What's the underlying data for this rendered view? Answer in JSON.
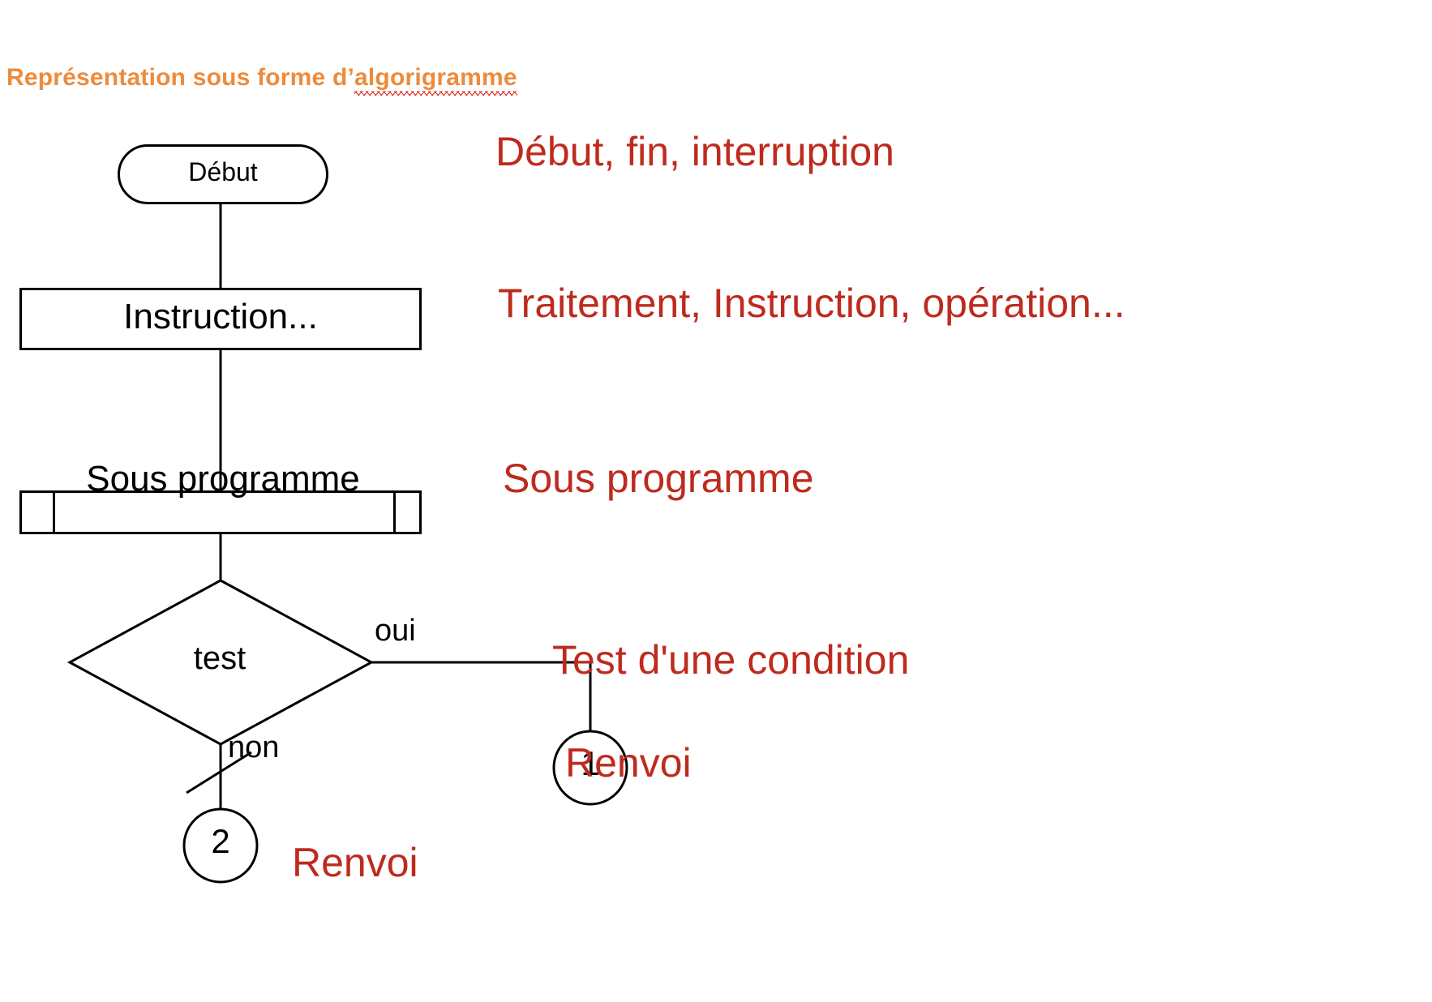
{
  "title": {
    "prefix": "Représentation sous forme d’",
    "underlined_word": "algorigramme",
    "color": "#ED8B3C",
    "spellcheck_underline_color": "#E02B20"
  },
  "colors": {
    "legend_red": "#BE2B1E",
    "shape_outline": "#000000",
    "canvas": "#FFFFFF"
  },
  "flowchart": {
    "nodes": [
      {
        "id": "start",
        "shape": "terminator",
        "label": "Début"
      },
      {
        "id": "instruction",
        "shape": "process",
        "label": "Instruction..."
      },
      {
        "id": "subroutine",
        "shape": "subroutine",
        "label": "Sous programme"
      },
      {
        "id": "decision",
        "shape": "diamond",
        "label": "test"
      },
      {
        "id": "connector1",
        "shape": "circle",
        "label": "1"
      },
      {
        "id": "connector2",
        "shape": "circle",
        "label": "2"
      }
    ],
    "edge_labels": {
      "yes": "oui",
      "no": "non"
    }
  },
  "legend": [
    {
      "key": "terminator",
      "text": "Début, fin, interruption"
    },
    {
      "key": "process",
      "text": "Traitement, Instruction, opération..."
    },
    {
      "key": "subroutine",
      "text": "Sous programme"
    },
    {
      "key": "decision",
      "text": "Test d'une condition"
    },
    {
      "key": "connector1",
      "text": "Renvoi"
    },
    {
      "key": "connector2",
      "text": "Renvoi"
    }
  ]
}
